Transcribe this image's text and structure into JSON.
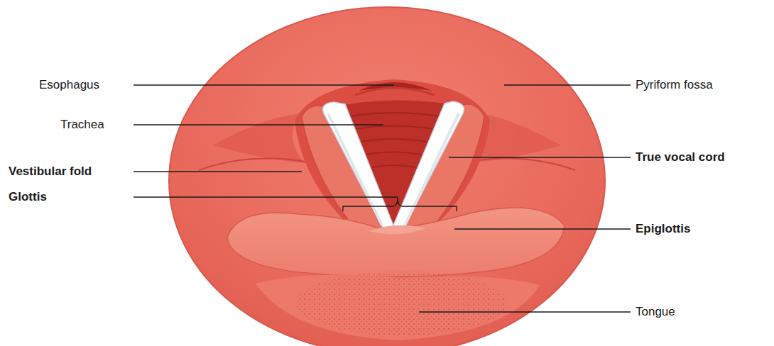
{
  "diagram": {
    "labels": [
      "Esophagus",
      "Pyriform fossa",
      "Trachea",
      "True vocal cord",
      "Vestibular fold",
      "Glottis",
      "Epiglottis",
      "Tongue"
    ]
  }
}
